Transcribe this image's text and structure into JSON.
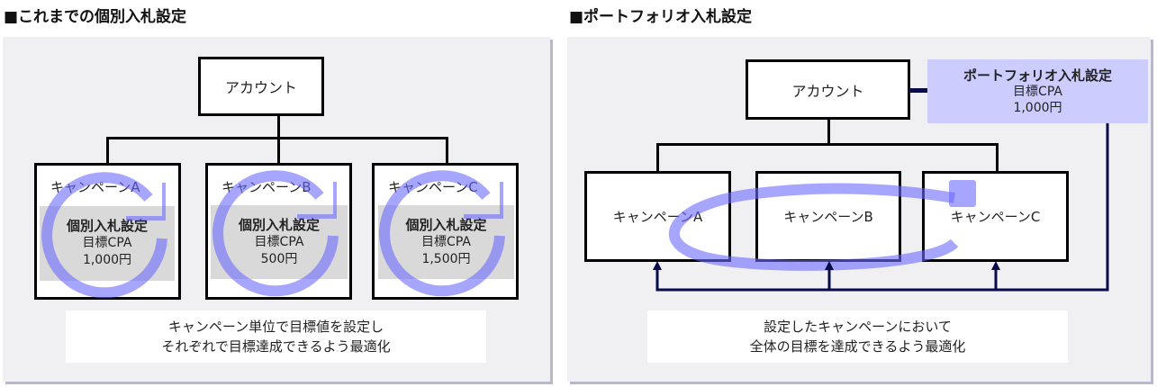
{
  "left": {
    "title": "■これまでの個別入札設定",
    "account": "アカウント",
    "campaigns": [
      {
        "label": "キャンペーンA",
        "setting": "個別入札設定",
        "metric": "目標CPA",
        "value": "1,000円"
      },
      {
        "label": "キャンペーンB",
        "setting": "個別入札設定",
        "metric": "目標CPA",
        "value": "500円"
      },
      {
        "label": "キャンペーンC",
        "setting": "個別入札設定",
        "metric": "目標CPA",
        "value": "1,500円"
      }
    ],
    "note": [
      "キャンペーン単位で目標値を設定し",
      "それぞれで目標達成できるよう最適化"
    ]
  },
  "right": {
    "title": "■ポートフォリオ入札設定",
    "account": "アカウント",
    "portfolio": {
      "title": "ポートフォリオ入札設定",
      "metric": "目標CPA",
      "value": "1,000円"
    },
    "campaigns": [
      "キャンペーンA",
      "キャンペーンB",
      "キャンペーンC"
    ],
    "note": [
      "設定したキャンペーンにおいて",
      "全体の目標を達成できるよう最適化"
    ]
  },
  "colors": {
    "panel": "#f0f0f3",
    "cycle_arrow": "#7b7bff",
    "portfolio_box": "#ccccff",
    "connector": "#0a0a4a"
  }
}
